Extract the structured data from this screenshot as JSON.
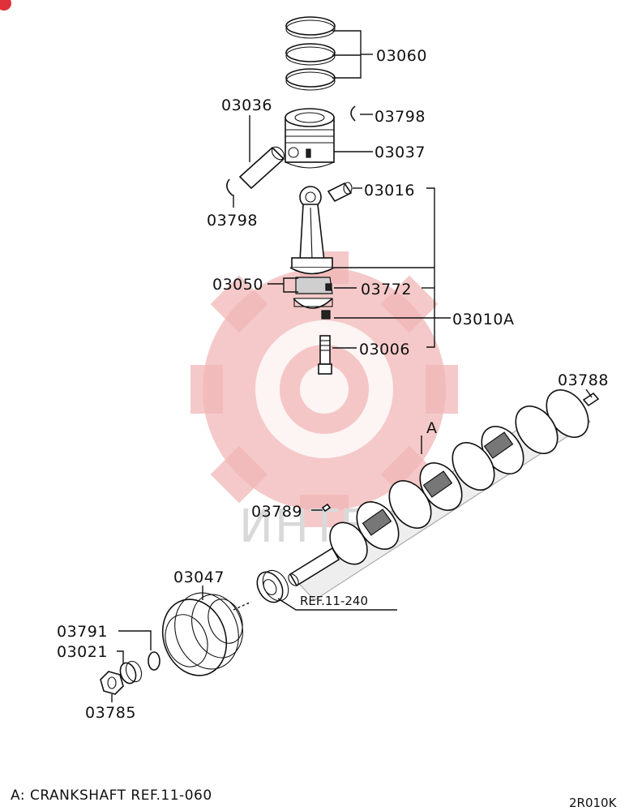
{
  "watermark": {
    "text": "ИНТЕХ",
    "color": "#f2b7b7"
  },
  "callouts": {
    "piston_rings": "03060",
    "piston_pin": "03036",
    "snap_ring_top": "03798",
    "piston": "03037",
    "snap_ring_left": "03798",
    "small_end_bushing": "03016",
    "bearing_set": "03050",
    "rod_nut": "03772",
    "connecting_rod": "03010A",
    "rod_bolt": "03006",
    "dowel_pin": "03788",
    "crankshaft": "A",
    "woodruff_key": "03789",
    "pulley": "03047",
    "o_ring": "03791",
    "spacer": "03021",
    "pulley_nut": "03785",
    "gear_ref": "REF.11-240"
  },
  "footnote": "A: CRANKSHAFT REF.11-060",
  "diagram_code": "2R010K"
}
